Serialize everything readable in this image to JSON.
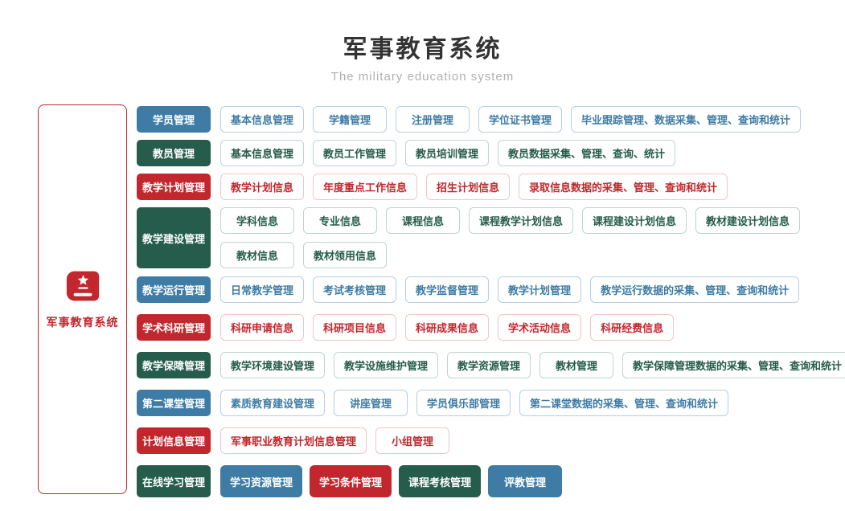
{
  "header": {
    "title": "军事教育系统",
    "subtitle": "The military education system"
  },
  "root": {
    "label": "军事教育系统",
    "icon": "book-star-icon"
  },
  "colors": {
    "blue": "#3e7ca6",
    "green": "#265c4b",
    "red": "#c1272d",
    "blue_border": "#b6cfe3",
    "green_border": "#bdd6cb",
    "red_border": "#efc6c7",
    "title_text": "#333333",
    "subtitle_text": "#b0b0b0"
  },
  "groups": [
    {
      "leader": {
        "label": "学员管理",
        "color": "blue"
      },
      "chip_color": "blue",
      "chip_variant": "outline",
      "lines": [
        [
          "基本信息管理",
          "学籍管理",
          "注册管理",
          "学位证书管理",
          "毕业跟踪管理、数据采集、管理、查询和统计"
        ]
      ]
    },
    {
      "leader": {
        "label": "教员管理",
        "color": "green"
      },
      "chip_color": "green",
      "chip_variant": "outline",
      "lines": [
        [
          "基本信息管理",
          "教员工作管理",
          "教员培训管理",
          "教员数据采集、管理、查询、统计"
        ]
      ]
    },
    {
      "leader": {
        "label": "教学计划管理",
        "color": "red"
      },
      "chip_color": "red",
      "chip_variant": "outline",
      "lines": [
        [
          "教学计划信息",
          "年度重点工作信息",
          "招生计划信息",
          "录取信息数据的采集、管理、查询和统计"
        ]
      ]
    },
    {
      "leader": {
        "label": "教学建设管理",
        "color": "green"
      },
      "chip_color": "green",
      "chip_variant": "outline",
      "lines": [
        [
          "学科信息",
          "专业信息",
          "课程信息",
          "课程教学计划信息",
          "课程建设计划信息",
          "教材建设计划信息"
        ],
        [
          "教材信息",
          "教材领用信息"
        ]
      ]
    },
    {
      "leader": {
        "label": "教学运行管理",
        "color": "blue"
      },
      "chip_color": "blue",
      "chip_variant": "outline",
      "lines": [
        [
          "日常教学管理",
          "考试考核管理",
          "教学监督管理",
          "教学计划管理",
          "教学运行数据的采集、管理、查询和统计"
        ]
      ]
    },
    {
      "leader": {
        "label": "学术科研管理",
        "color": "red"
      },
      "chip_color": "red",
      "chip_variant": "outline",
      "lines": [
        [
          "科研申请信息",
          "科研项目信息",
          "科研成果信息",
          "学术活动信息",
          "科研经费信息"
        ]
      ]
    },
    {
      "leader": {
        "label": "教学保障管理",
        "color": "green"
      },
      "chip_color": "green",
      "chip_variant": "outline",
      "lines": [
        [
          "教学环境建设管理",
          "教学设施维护管理",
          "教学资源管理",
          "教材管理",
          "教学保障管理数据的采集、管理、查询和统计"
        ]
      ]
    },
    {
      "leader": {
        "label": "第二课堂管理",
        "color": "blue"
      },
      "chip_color": "blue",
      "chip_variant": "outline",
      "lines": [
        [
          "素质教育建设管理",
          "讲座管理",
          "学员俱乐部管理",
          "第二课堂数据的采集、管理、查询和统计"
        ]
      ]
    },
    {
      "leader": {
        "label": "计划信息管理",
        "color": "red"
      },
      "chip_color": "red",
      "chip_variant": "outline",
      "lines": [
        [
          "军事职业教育计划信息管理",
          "小组管理"
        ]
      ]
    },
    {
      "leader": {
        "label": "在线学习管理",
        "color": "green"
      },
      "size": "large",
      "chip_variant": "solid",
      "lines": [
        [
          {
            "label": "学习资源管理",
            "color": "blue",
            "variant": "solid"
          },
          {
            "label": "学习条件管理",
            "color": "red",
            "variant": "solid"
          },
          {
            "label": "课程考核管理",
            "color": "green",
            "variant": "solid"
          },
          {
            "label": "评教管理",
            "color": "blue",
            "variant": "solid"
          }
        ]
      ]
    }
  ]
}
